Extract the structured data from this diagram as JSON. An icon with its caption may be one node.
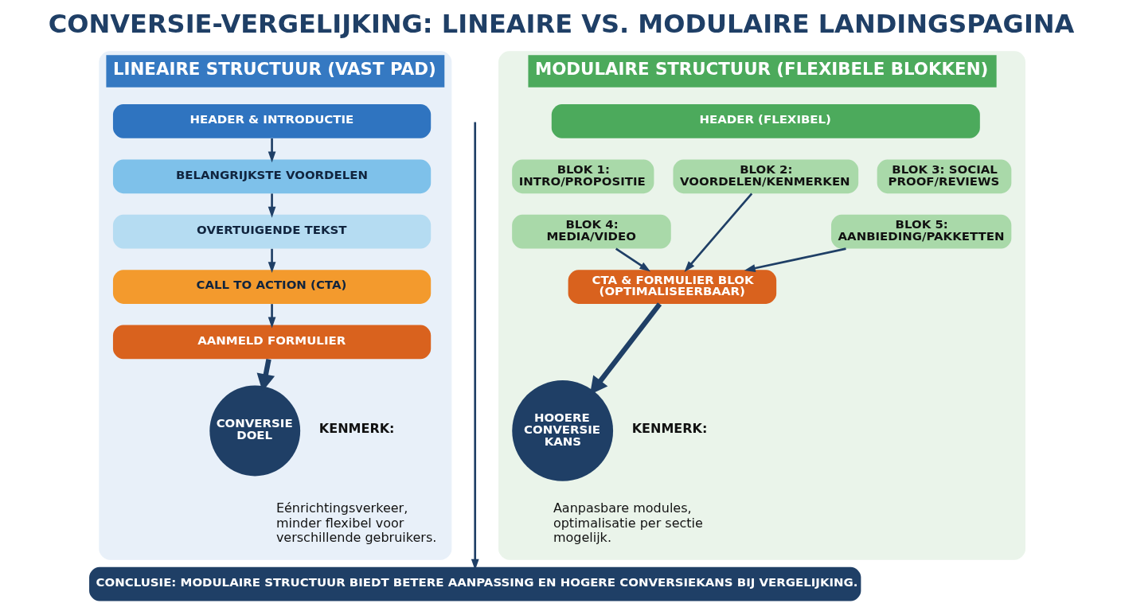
{
  "diagram": {
    "title": "CONVERSIE-VERGELIJKING: LINEAIRE VS. MODULAIRE LANDINGSPAGINA",
    "nodes": [
      {
        "text": [
          "LINEAIRE STRUCTUUR (VAST PAD)"
        ]
      },
      {
        "text": [
          "HEADER & INTRODUCTIE"
        ],
        "in": 0
      },
      {
        "text": [
          "BELANGRIJKSTE VOORDELEN"
        ],
        "in": 0
      },
      {
        "text": [
          "OVERTUIGENDE TEKST"
        ],
        "in": 0
      },
      {
        "text": [
          "CALL TO ACTION (CTA)"
        ],
        "in": 0
      },
      {
        "text": [
          "AANMELD FORMULIER"
        ],
        "in": 0
      },
      {
        "text": [
          "CONVERSIE DOEL"
        ],
        "in": 0
      },
      {
        "text": [
          "MODULAIRE STRUCTUUR (FLEXIBELE BLOKKEN)"
        ]
      },
      {
        "text": [
          "HEADER (FLEXIBEL)"
        ],
        "in": 7
      },
      {
        "text": [
          "BLOK 1: INTRO/PROPOSITIE"
        ],
        "in": 7
      },
      {
        "text": [
          "BLOK 2: VOORDELEN/KENMERKEN"
        ],
        "in": 7
      },
      {
        "text": [
          "BLOK 3: SOCIAL PROOF/REVIEWS"
        ],
        "in": 7
      },
      {
        "text": [
          "BLOK 4: MEDIA/VIDEO"
        ],
        "in": 7
      },
      {
        "text": [
          "BLOK 5: AANBIEDING/PAKKETTEN"
        ],
        "in": 7
      },
      {
        "text": [
          "CTA & FORMULIER BLOK (OPTIMALISEERBAAR)"
        ],
        "in": 7
      },
      {
        "text": [
          "HOOERE CONVERSIE KANS"
        ],
        "in": 7
      },
      {
        "text": [
          "CONCLUSIE: MODULAIRE STRUCTUUR BIEDT BETERE AANPASSING EN HOGERE CONVERSIEKANS BIJ VERGELIJKING."
        ]
      }
    ],
    "edges": [
      {
        "from": 1,
        "to": 2,
        "arrow": "to"
      },
      {
        "from": 2,
        "to": 3,
        "arrow": "to"
      },
      {
        "from": 3,
        "to": 4,
        "arrow": "to"
      },
      {
        "from": 4,
        "to": 5,
        "arrow": "to"
      },
      {
        "from": 5,
        "to": 6,
        "arrow": "to",
        "style": "thick"
      },
      {
        "from": 12,
        "to": 14,
        "arrow": "to"
      },
      {
        "from": 10,
        "to": 14,
        "arrow": "to"
      },
      {
        "from": 13,
        "to": 14,
        "arrow": "to"
      },
      {
        "from": 14,
        "to": 15,
        "arrow": "to",
        "style": "thick"
      },
      {
        "from": null,
        "to": 16,
        "arrow": "to"
      }
    ],
    "labels": [
      "KENMERK:",
      "Eénrichtingsverkeer, minder flexibel voor verschillende gebruikers.",
      "KENMERK:",
      "Aanpasbare modules, optimalisatie per sectie mogelijk."
    ]
  }
}
